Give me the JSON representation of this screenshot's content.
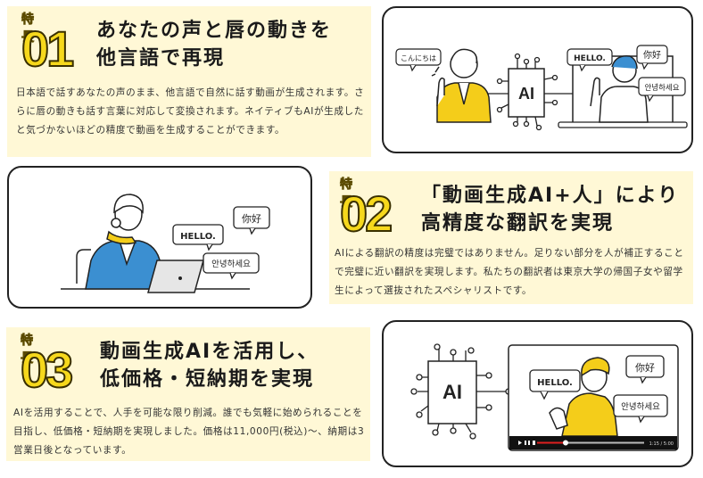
{
  "features": [
    {
      "badge_label": "特長",
      "badge_number": "01",
      "title_line1": "あなたの声と唇の動きを",
      "title_line2": "他言語で再現",
      "description": "日本語で話すあなたの声のまま、他言語で自然に話す動画が生成されます。さらに唇の動きも話す言葉に対応して変換されます。ネイティブもAIが生成したと気づかないほどの精度で動画を生成することができます。",
      "illustration": {
        "speech_source": "こんにちは",
        "chip_label": "AI",
        "bubbles": [
          "HELLO.",
          "你好",
          "안녕하세요"
        ]
      }
    },
    {
      "badge_label": "特長",
      "badge_number": "02",
      "title_line1": "「動画生成AI+人」により",
      "title_line2": "高精度な翻訳を実現",
      "description": "AIによる翻訳の精度は完璧ではありません。足りない部分を人が補正することで完璧に近い翻訳を実現します。私たちの翻訳者は東京大学の帰国子女や留学生によって選抜されたスペシャリストです。",
      "illustration": {
        "bubbles": [
          "HELLO.",
          "你好",
          "안녕하세요"
        ]
      }
    },
    {
      "badge_label": "特長",
      "badge_number": "03",
      "title_line1": "動画生成AIを活用し、",
      "title_line2": "低価格・短納期を実現",
      "description": "AIを活用することで、人手を可能な限り削減。誰でも気軽に始められることを目指し、低価格・短納期を実現しました。価格は11,000円(税込)〜、納期は3営業日後となっています。",
      "illustration": {
        "chip_label": "AI",
        "bubbles": [
          "HELLO.",
          "你好",
          "안녕하세요"
        ],
        "video_time": "1:15 / 5:00",
        "progress_percent": 27
      }
    }
  ],
  "colors": {
    "panel_bg": "#fff8d6",
    "accent_yellow": "#f6d81c",
    "suit_blue": "#3b8fd1",
    "progress_red": "#e02020"
  }
}
